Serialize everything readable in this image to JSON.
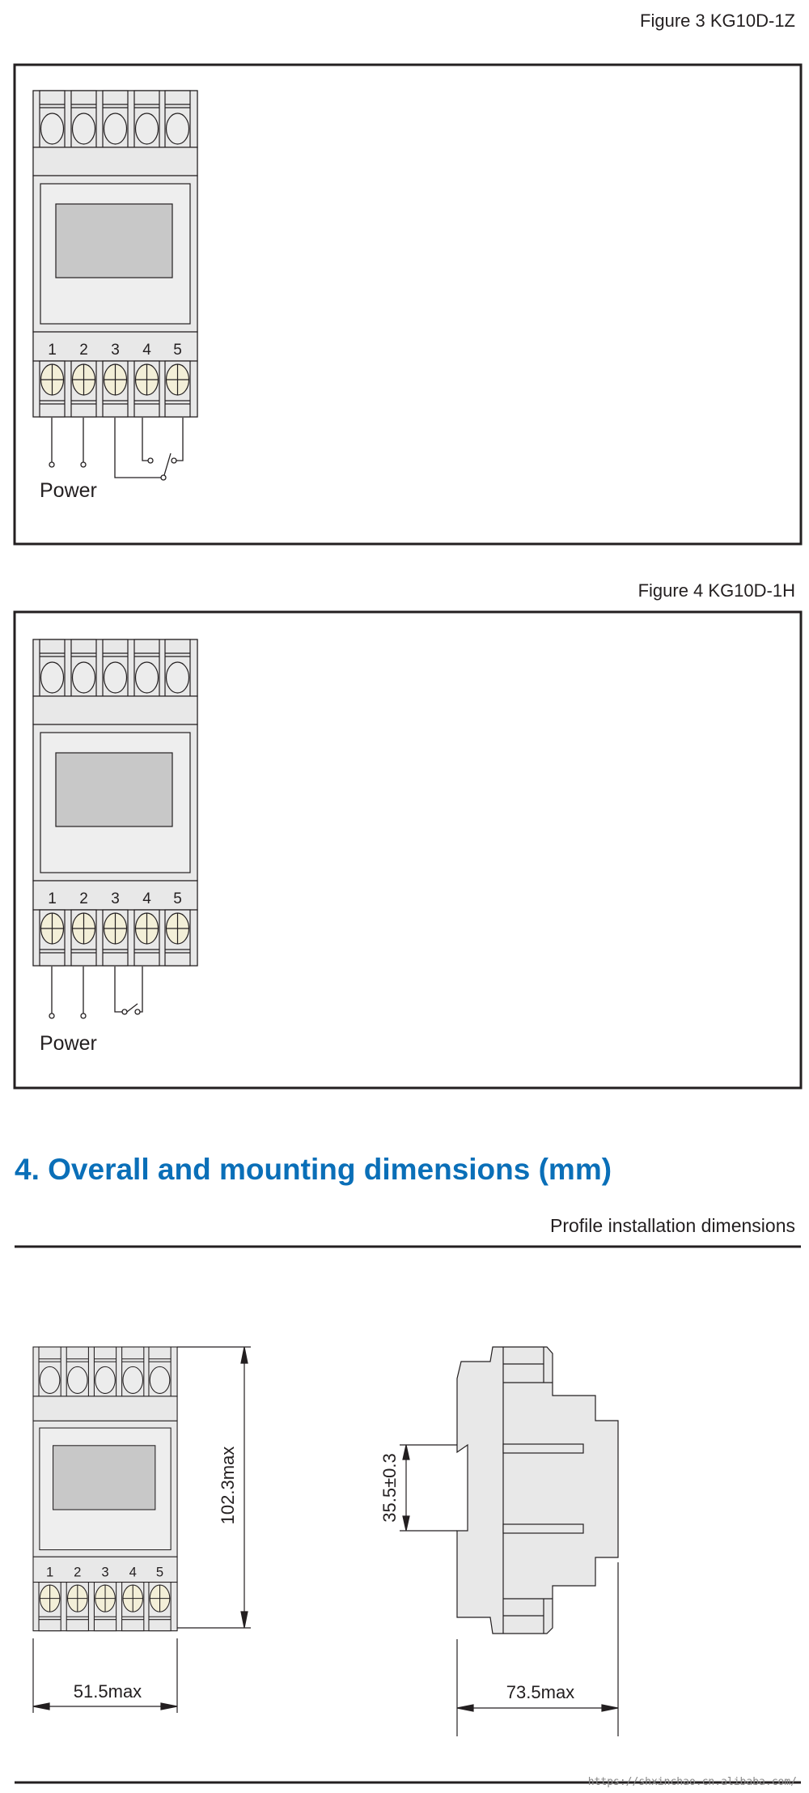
{
  "figure3": {
    "caption": "Figure 3 KG10D-1Z",
    "terminal_labels": [
      "1",
      "2",
      "3",
      "4",
      "5"
    ],
    "power_label": "Power"
  },
  "figure4": {
    "caption": "Figure 4 KG10D-1H",
    "terminal_labels": [
      "1",
      "2",
      "3",
      "4",
      "5"
    ],
    "power_label": "Power"
  },
  "section": {
    "heading": "4. Overall and mounting dimensions (mm)",
    "subheading": "Profile installation dimensions",
    "front": {
      "terminal_labels": [
        "1",
        "2",
        "3",
        "4",
        "5"
      ],
      "height_label": "102.3max",
      "width_label": "51.5max"
    },
    "side": {
      "rail_label": "35.5±0.3",
      "depth_label": "73.5max"
    }
  },
  "watermark": "https://shxinchao.cn.alibaba.com/",
  "colors": {
    "heading": "#0a6fb8",
    "body": "#e8e8e8",
    "lcd": "#c8c8c8",
    "screw": "#f3efd8"
  }
}
